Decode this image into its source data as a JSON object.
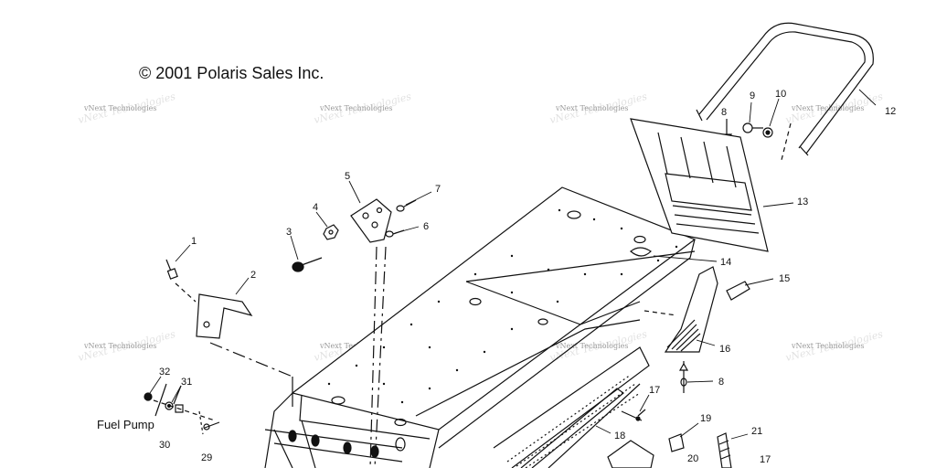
{
  "copyright": "© 2001 Polaris Sales Inc.",
  "watermark": "vNext Technologies",
  "fuel_pump_label": "Fuel Pump",
  "callouts": [
    "1",
    "2",
    "3",
    "4",
    "5",
    "6",
    "7",
    "8",
    "9",
    "10",
    "12",
    "13",
    "14",
    "15",
    "16",
    "8",
    "17",
    "18",
    "19",
    "20",
    "21",
    "17",
    "29",
    "30",
    "31",
    "32"
  ]
}
